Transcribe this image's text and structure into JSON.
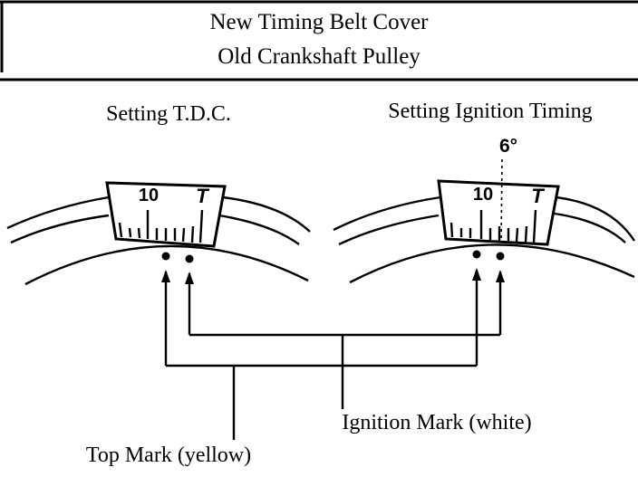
{
  "header": {
    "line1": "New Timing Belt Cover",
    "line2": "Old Crankshaft Pulley"
  },
  "panels": {
    "left": {
      "title": "Setting T.D.C.",
      "scale_number": "10",
      "scale_t": "T"
    },
    "right": {
      "title": "Setting Ignition Timing",
      "scale_number": "10",
      "scale_t": "T",
      "angle_label": "6°"
    }
  },
  "callouts": {
    "ignition_mark": "Ignition Mark (white)",
    "top_mark": "Top Mark (yellow)"
  }
}
